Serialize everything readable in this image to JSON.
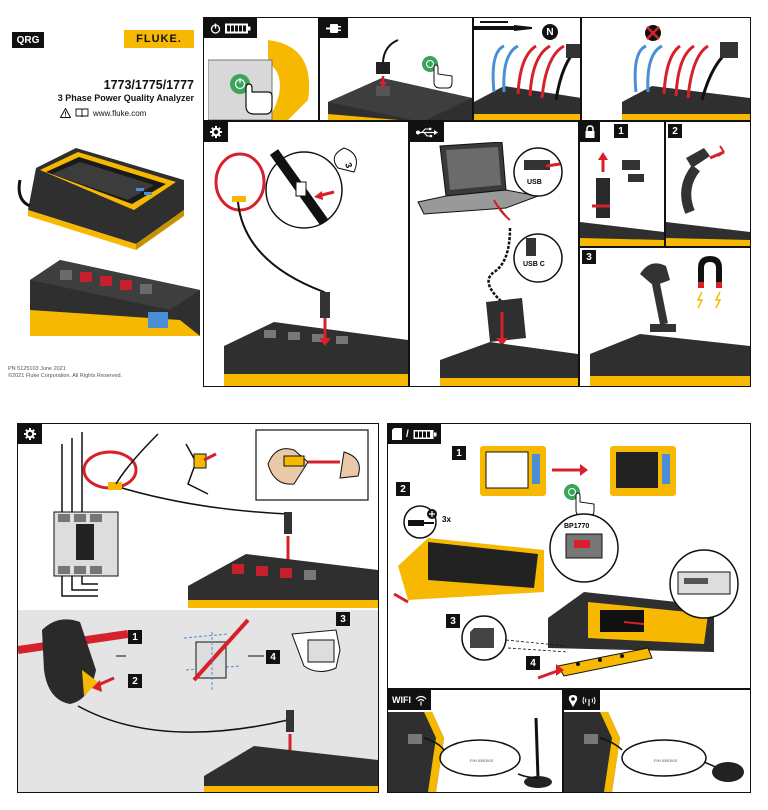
{
  "header": {
    "qrg_badge": "QRG",
    "brand": "FLUKE.",
    "model": "1773/1775/1777",
    "subtitle": "3 Phase Power Quality Analyzer",
    "website": "www.fluke.com",
    "pn_line": "PN 5125103  June 2021",
    "copyright": "©2021 Fluke Corporation. All Rights Reserved."
  },
  "labels": {
    "n_badge": "N",
    "usb_label": "USB",
    "usb_c_label": "USB C",
    "times_three": "3x",
    "battery_model": "BP1770",
    "wifi_tab": "WIFI",
    "probe_number": "3",
    "step1": "1",
    "step2": "2",
    "step3": "3",
    "step4": "4"
  },
  "colors": {
    "fluke_yellow": "#f6b800",
    "wire_red": "#d6202a",
    "wire_blue": "#4a8fd6",
    "power_green": "#3aa55a",
    "ink": "#111111"
  },
  "icons": [
    "power-icon",
    "battery-icon",
    "plug-icon",
    "gear-icon",
    "usb-icon",
    "lock-icon",
    "magnet-icon",
    "warning-icon",
    "book-icon",
    "sd-card-icon",
    "location-icon",
    "wifi-icon"
  ]
}
